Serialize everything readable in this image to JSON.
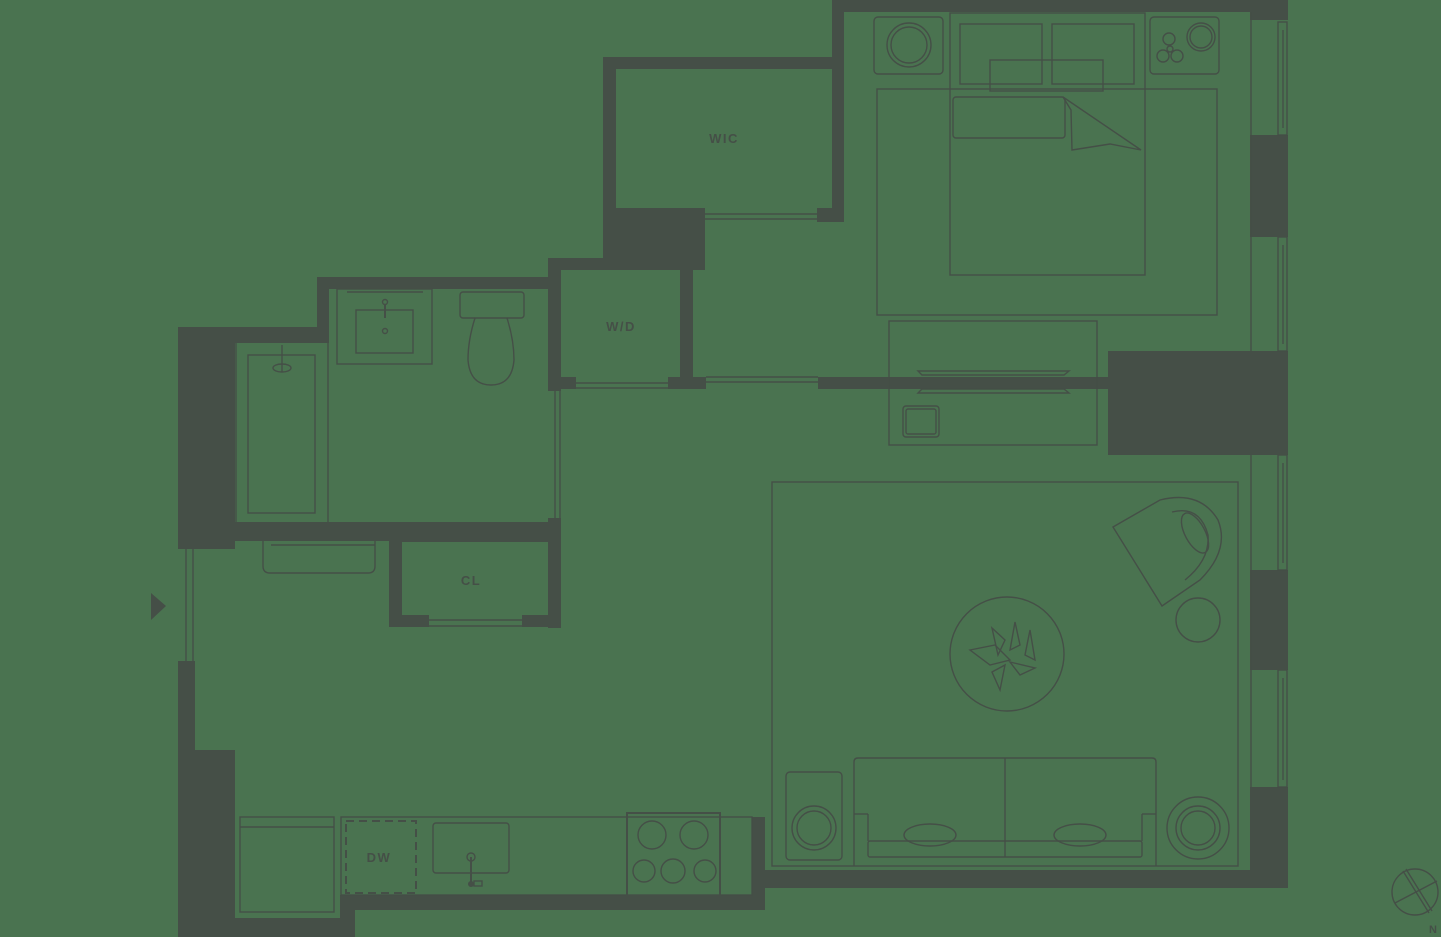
{
  "floorplan": {
    "colors": {
      "background": "#4a7350",
      "wall": "#454f47"
    },
    "rooms": [
      {
        "id": "wic",
        "label": "WIC"
      },
      {
        "id": "wd",
        "label": "W/D"
      },
      {
        "id": "cl",
        "label": "CL"
      },
      {
        "id": "bedroom",
        "label": ""
      },
      {
        "id": "bathroom",
        "label": ""
      },
      {
        "id": "living",
        "label": ""
      },
      {
        "id": "kitchen",
        "label": ""
      }
    ],
    "appliances": {
      "dishwasher": "DW"
    },
    "compass": {
      "north_label": "N"
    }
  }
}
